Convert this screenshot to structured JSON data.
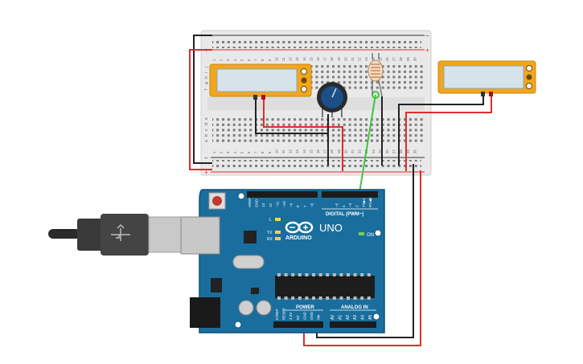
{
  "app": {
    "arduino": {
      "brand": "ARDUINO",
      "model": "UNO",
      "label_digital": "DIGITAL (PWM~)",
      "label_power": "POWER",
      "label_analog": "ANALOG IN",
      "label_on": "ON",
      "led_l": "L",
      "led_tx": "TX",
      "led_rx": "RX",
      "digital_pins": [
        "AREF",
        "GND",
        "13",
        "12",
        "~11",
        "~10",
        "~9",
        "8",
        "7",
        "~6",
        "~5",
        "4",
        "~3",
        "2",
        "TX▶1",
        "RX◀0"
      ],
      "power_pins": [
        "IOREF",
        "RESET",
        "3.3V",
        "5V",
        "GND",
        "GND",
        "Vin"
      ],
      "analog_pins": [
        "A0",
        "A1",
        "A2",
        "A3",
        "A4",
        "A5"
      ]
    },
    "breadboard": {
      "column_numbers": [
        "1",
        "2",
        "3",
        "4",
        "5",
        "6",
        "7",
        "8",
        "9",
        "10",
        "11",
        "12",
        "13",
        "14",
        "15",
        "16",
        "17",
        "18",
        "19",
        "20",
        "21",
        "22",
        "23",
        "24",
        "25",
        "26",
        "27",
        "28",
        "29",
        "30"
      ],
      "row_letters_top": [
        "j",
        "i",
        "h",
        "g",
        "f"
      ],
      "row_letters_bottom": [
        "e",
        "d",
        "c",
        "b",
        "a"
      ],
      "rail_plus": "+",
      "rail_minus": "−"
    },
    "colors": {
      "board": "#1a6e9e",
      "board_dark": "#0f4f75",
      "breadboard": "#ececec",
      "display_frame": "#f2a51e",
      "display_screen": "#d7e3ea",
      "wire_red": "#e32b2b",
      "wire_black": "#222222",
      "wire_green": "#3cc63c",
      "pot_blue": "#1c4f86",
      "usb_dark": "#3a3a3a"
    }
  }
}
